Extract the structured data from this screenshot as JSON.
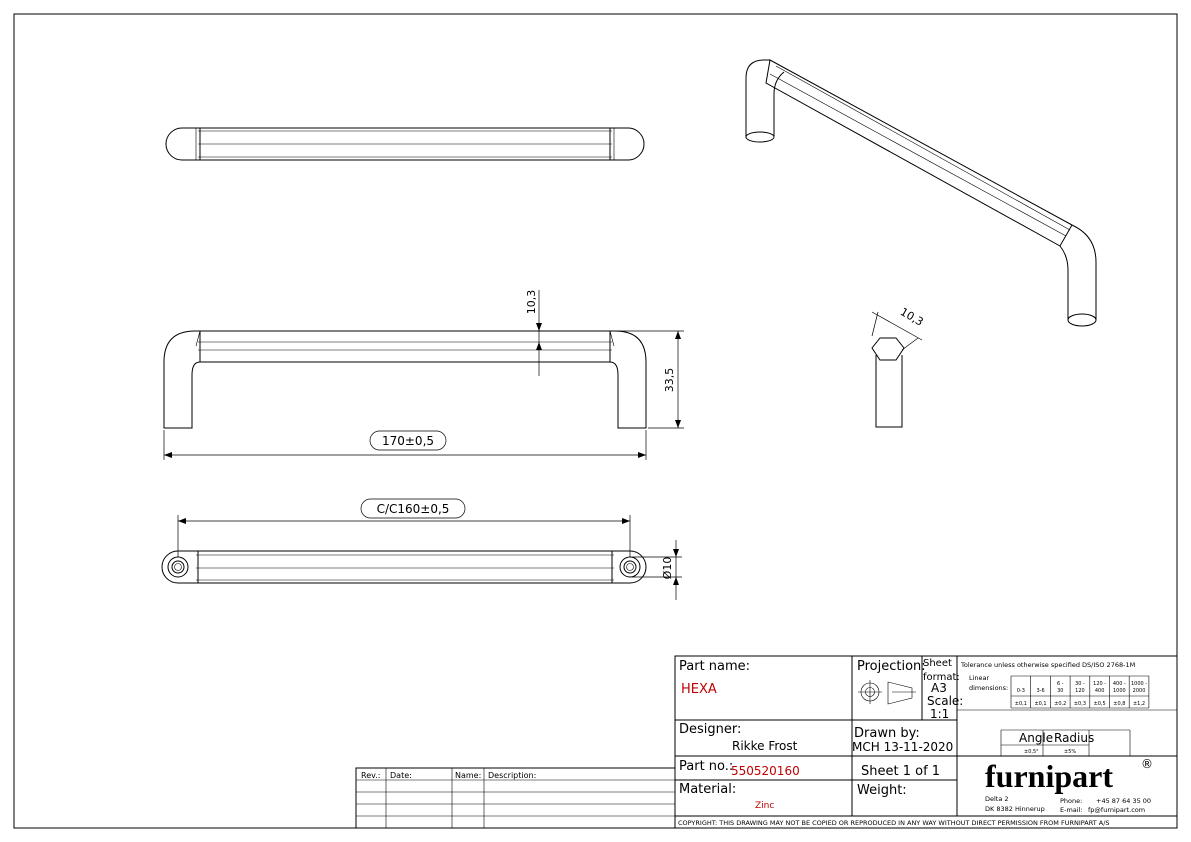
{
  "dimensions": {
    "length": "170±0,5",
    "cc": "C/C160±0,5",
    "height": "33,5",
    "profile_top": "10,3",
    "profile_side": "10,3",
    "diameter": "Ø10"
  },
  "title_block": {
    "part_name_label": "Part name:",
    "part_name": "HEXA",
    "projection_label": "Projection:",
    "sheet_format_label_1": "Sheet",
    "sheet_format_label_2": "format:",
    "sheet_format": "A3",
    "scale_label": "Scale:",
    "scale": "1:1",
    "designer_label": "Designer:",
    "designer": "Rikke Frost",
    "drawn_by_label": "Drawn by:",
    "drawn_by": "MCH 13-11-2020",
    "part_no_label": "Part no.:",
    "part_no": "550520160",
    "sheet": "Sheet 1 of 1",
    "material_label": "Material:",
    "material": "Zinc",
    "weight_label": "Weight:",
    "copyright": "COPYRIGHT: THIS DRAWING MAY NOT BE COPIED OR REPRODUCED IN ANY WAY WITHOUT DIRECT PERMISSION FROM FURNIPART A/S"
  },
  "tolerance": {
    "title": "Tolerance unless otherwise specified DS/ISO 2768-1M",
    "linear_label_1": "Linear",
    "linear_label_2": "dimensions:",
    "ranges_top": [
      "",
      "",
      "6 -",
      "30 -",
      "120 -",
      "400 -",
      "1000 -"
    ],
    "ranges_bottom": [
      "0-3",
      "3-6",
      "30",
      "120",
      "400",
      "1000",
      "2000"
    ],
    "values": [
      "±0,1",
      "±0,1",
      "±0,2",
      "±0,3",
      "±0,5",
      "±0,8",
      "±1,2"
    ],
    "angle_label": "Angle",
    "radius_label": "Radius",
    "angle_value": "±0,5°",
    "radius_value": "±5%"
  },
  "revision_table": {
    "rev": "Rev.:",
    "date": "Date:",
    "name": "Name:",
    "description": "Description:"
  },
  "company": {
    "brand": "furnipart",
    "registered": "®",
    "address_1": "Delta 2",
    "address_2": "DK 8382 Hinnerup",
    "phone_label": "Phone:",
    "phone": "+45 87 64 35 00",
    "email_label": "E-mail:",
    "email": "fp@furnipart.com"
  }
}
